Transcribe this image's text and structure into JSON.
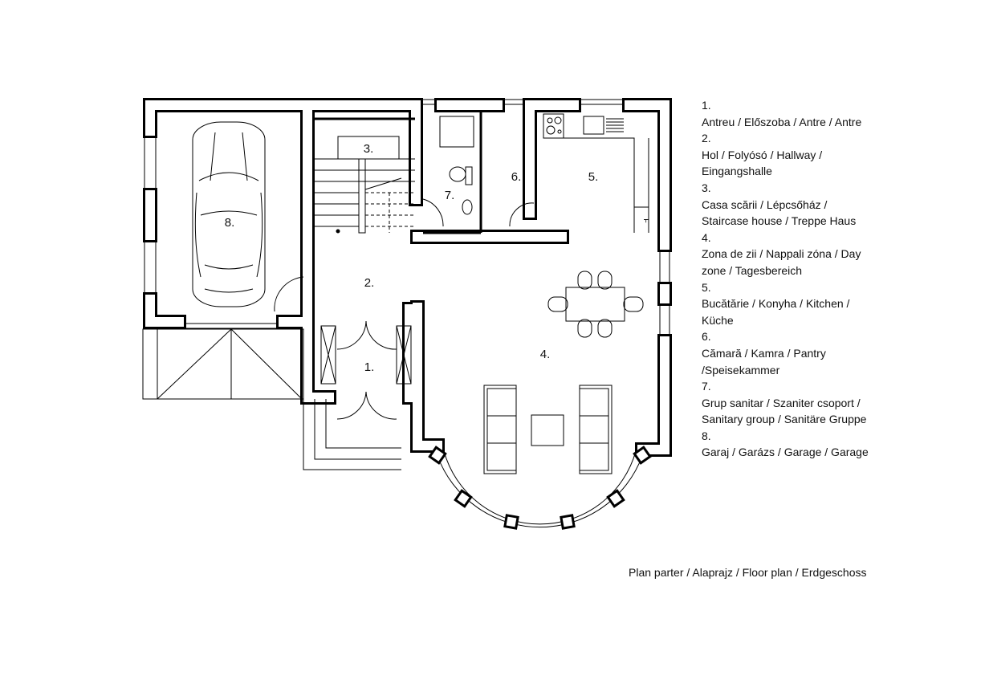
{
  "rooms": [
    {
      "number": "1.",
      "name": "Antreu / Előszoba / Antre / Antre"
    },
    {
      "number": "2.",
      "name": "Hol / Folyósó / Hallway / Eingangshalle"
    },
    {
      "number": "3.",
      "name": "Casa scării / Lépcsőház / Staircase house / Treppe Haus"
    },
    {
      "number": "4.",
      "name": "Zona de zii / Nappali zóna / Day zone / Tagesbereich"
    },
    {
      "number": "5.",
      "name": "Bucătărie / Konyha / Kitchen / Küche"
    },
    {
      "number": "6.",
      "name": "Cămară / Kamra / Pantry /Speisekammer"
    },
    {
      "number": "7.",
      "name": "Grup sanitar / Szaniter csoport / Sanitary group / Sanitäre Gruppe"
    },
    {
      "number": "8.",
      "name": "Garaj / Garázs / Garage / Garage"
    }
  ],
  "legend_lines": [
    "1.",
    "Antreu / Előszoba / Antre / Antre",
    "2.",
    "Hol / Folyósó / Hallway /",
    "Eingangshalle",
    "3.",
    "Casa scării / Lépcsőház /",
    "Staircase house / Treppe Haus",
    "4.",
    "Zona de zii / Nappali zóna / Day",
    "zone / Tagesbereich",
    "5.",
    "Bucătărie / Konyha / Kitchen /",
    "Küche",
    "6.",
    "Cămară / Kamra / Pantry",
    "/Speisekammer",
    "7.",
    "Grup sanitar / Szaniter csoport /",
    "Sanitary group / Sanitäre Gruppe",
    "8.",
    "Garaj / Garázs / Garage / Garage"
  ],
  "fridge_label": "F",
  "caption": "Plan parter / Alaprajz / Floor plan / Erdgeschoss"
}
